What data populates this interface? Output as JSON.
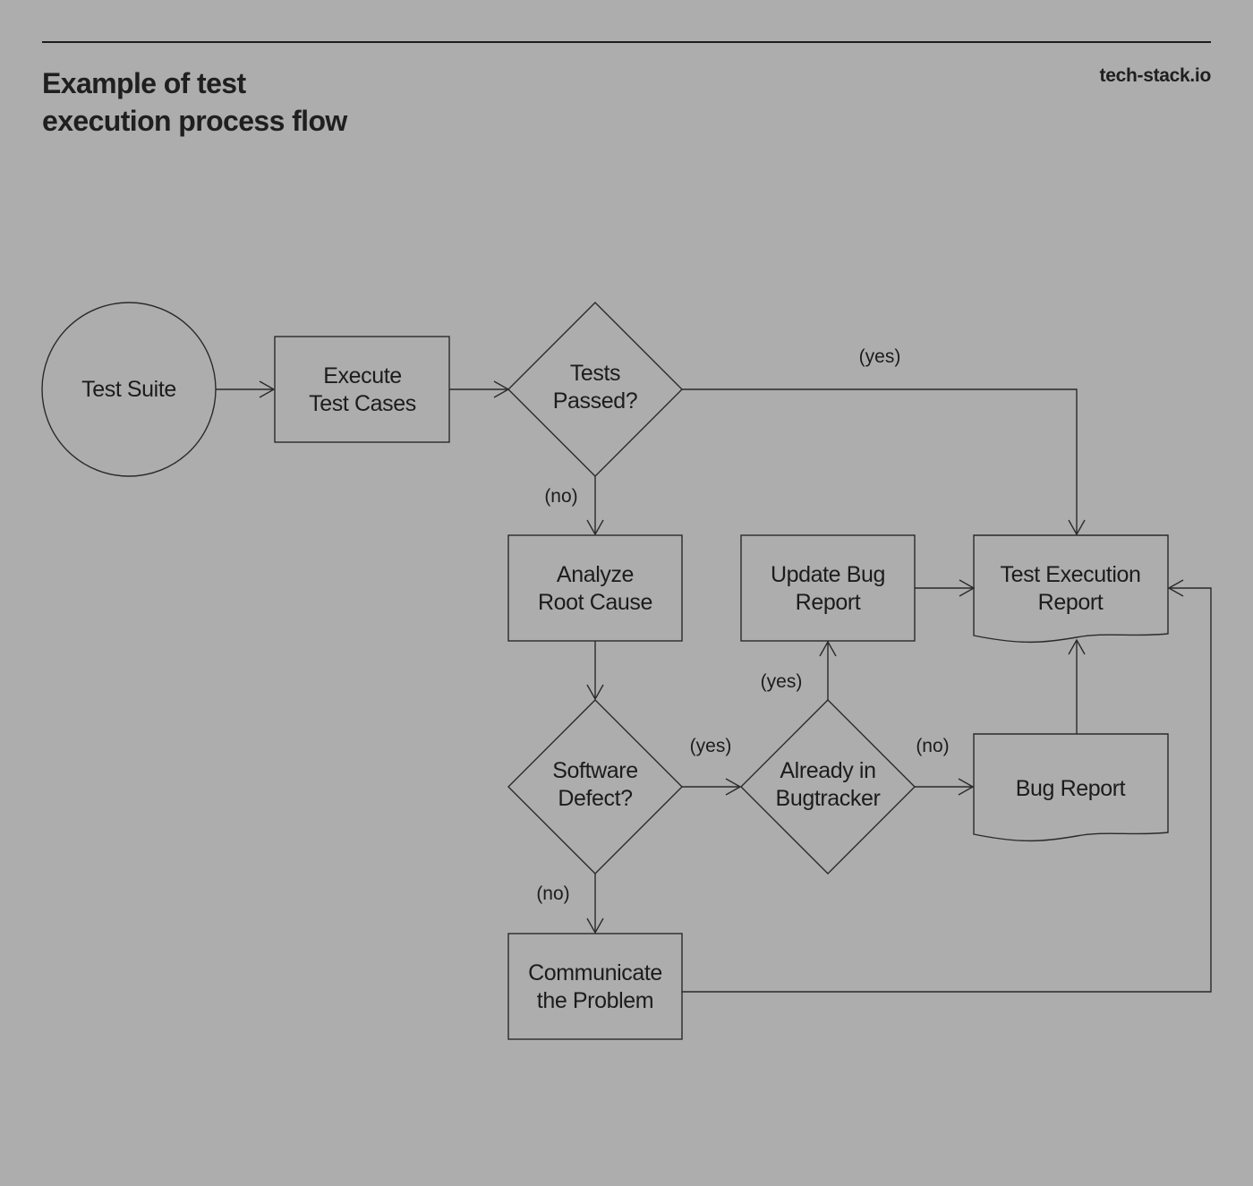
{
  "header": {
    "title_line1": "Example of test",
    "title_line2": "execution process flow",
    "brand": "tech-stack.io"
  },
  "colors": {
    "background": "#adadad",
    "ink": "#1c1c1c"
  },
  "nodes": {
    "test_suite": {
      "shape": "circle",
      "lines": [
        "Test Suite"
      ]
    },
    "execute_test_cases": {
      "shape": "rectangle",
      "lines": [
        "Execute",
        "Test Cases"
      ]
    },
    "tests_passed": {
      "shape": "diamond",
      "lines": [
        "Tests",
        "Passed?"
      ]
    },
    "analyze_root_cause": {
      "shape": "rectangle",
      "lines": [
        "Analyze",
        "Root Cause"
      ]
    },
    "update_bug_report": {
      "shape": "rectangle",
      "lines": [
        "Update Bug",
        "Report"
      ]
    },
    "test_execution_report": {
      "shape": "document",
      "lines": [
        "Test Execution",
        "Report"
      ]
    },
    "software_defect": {
      "shape": "diamond",
      "lines": [
        "Software",
        "Defect?"
      ]
    },
    "already_in_bugtracker": {
      "shape": "diamond",
      "lines": [
        "Already in",
        "Bugtracker"
      ]
    },
    "bug_report": {
      "shape": "document",
      "lines": [
        "Bug Report"
      ]
    },
    "communicate_problem": {
      "shape": "rectangle",
      "lines": [
        "Communicate",
        "the Problem"
      ]
    }
  },
  "edges": [
    {
      "from": "test_suite",
      "to": "execute_test_cases",
      "label": ""
    },
    {
      "from": "execute_test_cases",
      "to": "tests_passed",
      "label": ""
    },
    {
      "from": "tests_passed",
      "to": "test_execution_report",
      "label": "(yes)"
    },
    {
      "from": "tests_passed",
      "to": "analyze_root_cause",
      "label": "(no)"
    },
    {
      "from": "analyze_root_cause",
      "to": "software_defect",
      "label": ""
    },
    {
      "from": "software_defect",
      "to": "already_in_bugtracker",
      "label": "(yes)"
    },
    {
      "from": "software_defect",
      "to": "communicate_problem",
      "label": "(no)"
    },
    {
      "from": "already_in_bugtracker",
      "to": "update_bug_report",
      "label": "(yes)"
    },
    {
      "from": "already_in_bugtracker",
      "to": "bug_report",
      "label": "(no)"
    },
    {
      "from": "update_bug_report",
      "to": "test_execution_report",
      "label": ""
    },
    {
      "from": "bug_report",
      "to": "test_execution_report",
      "label": ""
    },
    {
      "from": "communicate_problem",
      "to": "test_execution_report",
      "label": ""
    }
  ]
}
